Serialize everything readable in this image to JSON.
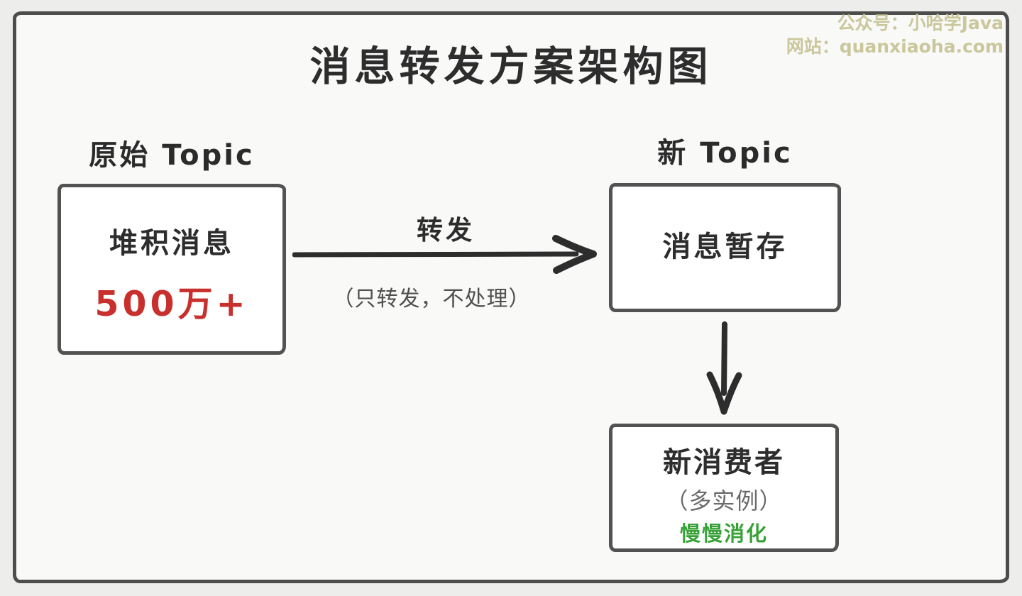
{
  "title": "消息转发方案架构图",
  "watermark": {
    "line1": "公众号：小哈学Java",
    "line2": "网站：quanxiaoha.com"
  },
  "original_topic": {
    "label": "原始 Topic",
    "content": "堆积消息",
    "count": "500万+"
  },
  "forward_arrow": {
    "label": "转发",
    "note": "（只转发，不处理）"
  },
  "new_topic": {
    "label": "新 Topic",
    "content": "消息暂存"
  },
  "new_consumer": {
    "name": "新消费者",
    "mode": "（多实例）",
    "behavior": "慢慢消化"
  },
  "colors": {
    "count_red": "#c8302e",
    "behavior_green": "#36a136",
    "box_border": "#525252",
    "text_dark": "#2d2d2d",
    "watermark_olive": "#c9c79b"
  }
}
